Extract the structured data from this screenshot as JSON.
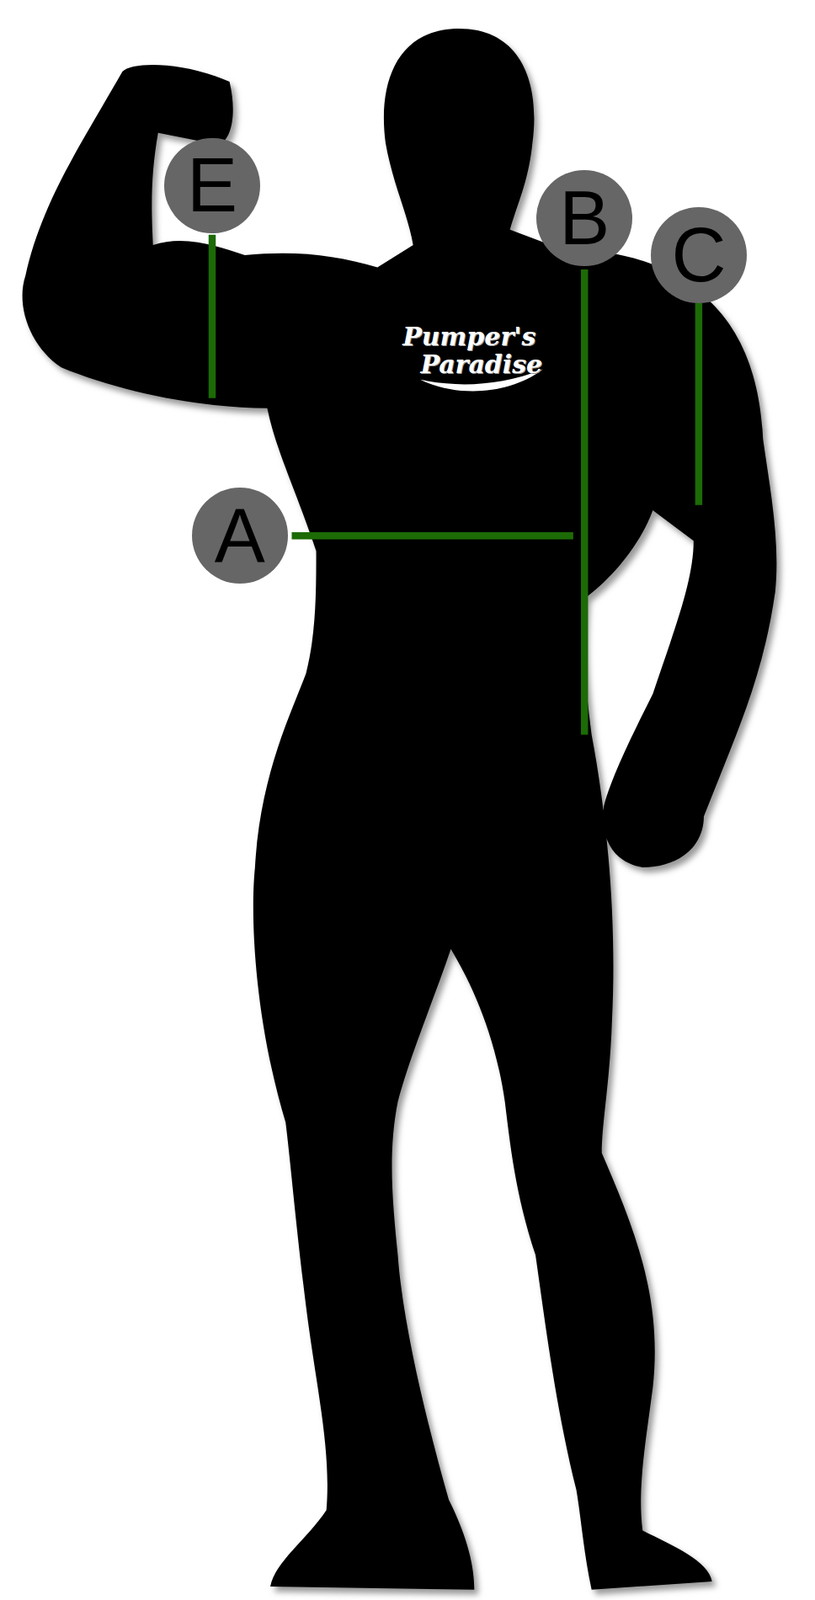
{
  "diagram": {
    "nodes": [
      {
        "text": [
          "E"
        ]
      },
      {
        "text": [
          "B"
        ]
      },
      {
        "text": [
          "C"
        ]
      },
      {
        "text": [
          "A"
        ]
      }
    ],
    "labels": [
      "Pumper's",
      "Paradise"
    ]
  }
}
